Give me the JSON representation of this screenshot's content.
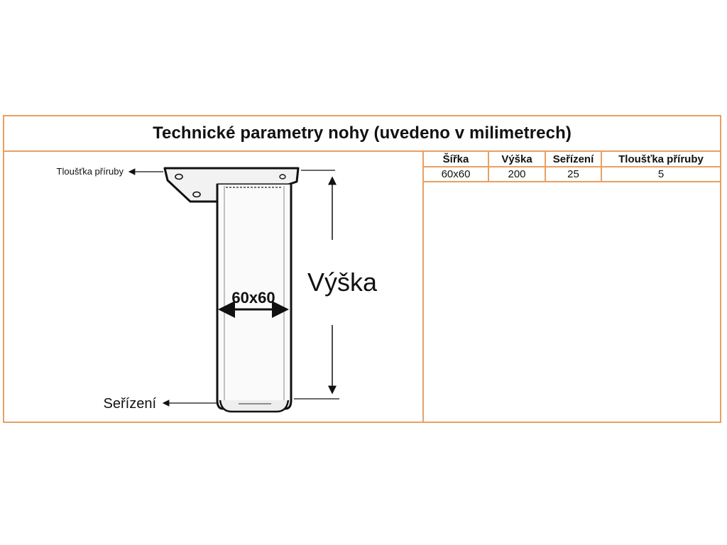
{
  "title": "Technické parametry nohy (uvedeno v milimetrech)",
  "diagram": {
    "label_flange": "Tloušťka příruby",
    "label_size": "60x60",
    "label_height": "Výška",
    "label_adjust": "Seřízení"
  },
  "table": {
    "headers": [
      "Šířka",
      "Výška",
      "Seřízení",
      "Tloušťka příruby"
    ],
    "values": [
      "60x60",
      "200",
      "25",
      "5"
    ]
  },
  "colors": {
    "border": "#e8a063",
    "text": "#111111"
  }
}
